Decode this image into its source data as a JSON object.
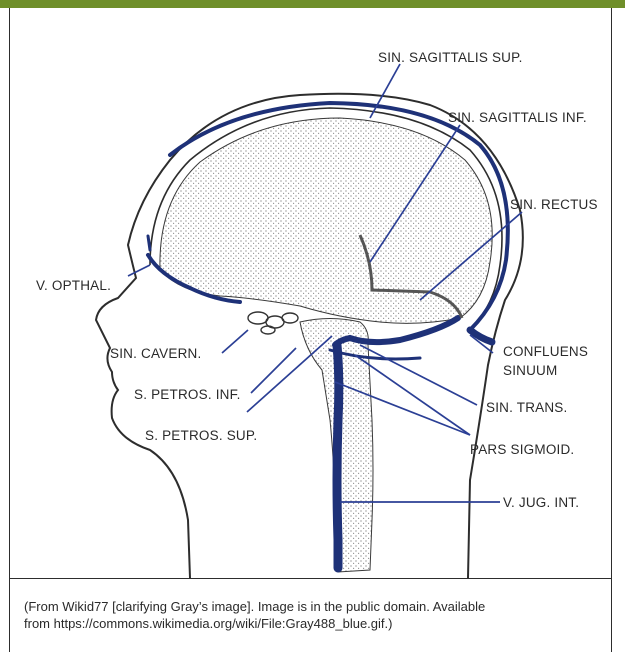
{
  "figure": {
    "labels": {
      "sin_sagittalis_sup": "SIN. SAGITTALIS SUP.",
      "sin_sagittalis_inf": "SIN. SAGITTALIS INF.",
      "sin_rectus": "SIN. RECTUS",
      "v_opthal": "V. OPTHAL.",
      "sin_cavern": "SIN. CAVERN.",
      "confluens": "CONFLUENS",
      "sinuum": "SINUUM",
      "s_petros_inf": "S. PETROS. INF.",
      "sin_trans": "SIN. TRANS.",
      "s_petros_sup": "S. PETROS. SUP.",
      "pars_sigmoid": "PARS SIGMOID.",
      "v_jug_int": "V. JUG. INT."
    },
    "colors": {
      "vessel": "#1e3178",
      "leader": "#2b3f95",
      "stipple": "#888888",
      "header_bar": "#6f8f2a"
    }
  },
  "caption": {
    "line1": "(From Wikid77 [clarifying Gray’s image]. Image is in the public domain. Available",
    "line2": "from https://commons.wikimedia.org/wiki/File:Gray488_blue.gif.)"
  }
}
